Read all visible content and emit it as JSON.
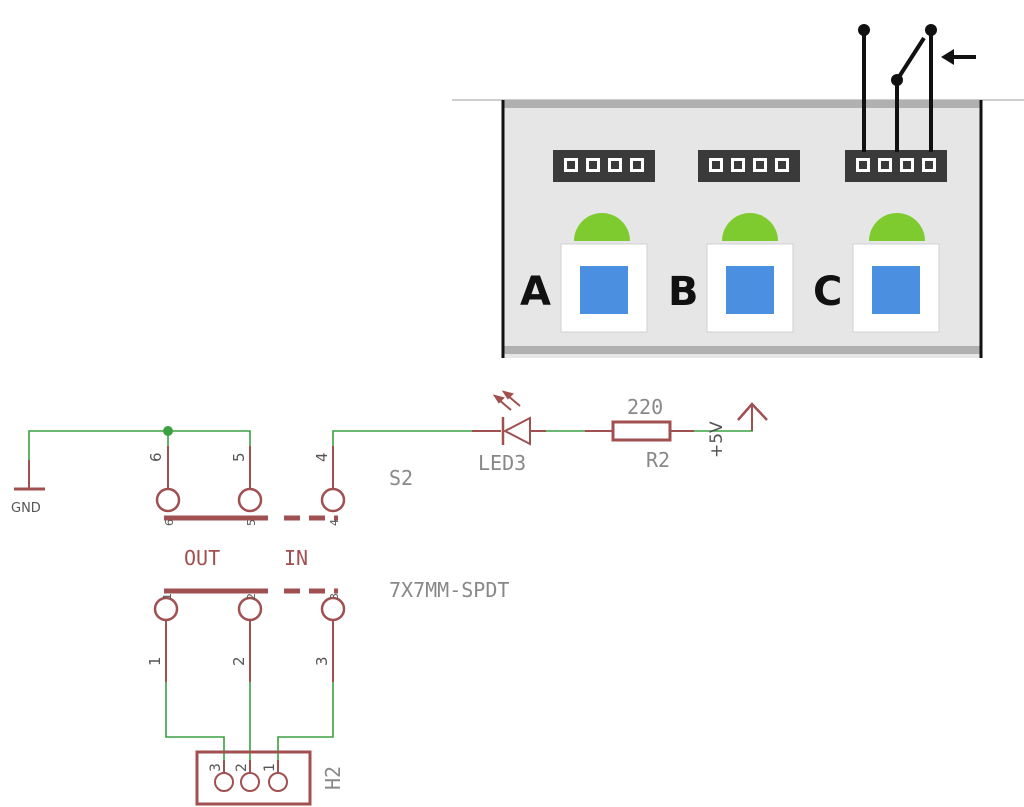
{
  "board": {
    "channels": [
      {
        "letter": "A"
      },
      {
        "letter": "B"
      },
      {
        "letter": "C"
      }
    ]
  },
  "schematic": {
    "gnd_label": "GND",
    "switch_pins_top": [
      "6",
      "5",
      "4"
    ],
    "switch_pins_bottom": [
      "1",
      "2",
      "3"
    ],
    "switch_pad_numbers_top": [
      "6",
      "5",
      "4"
    ],
    "switch_pad_numbers_bottom": [
      "1",
      "2",
      "3"
    ],
    "switch_name": "S2",
    "switch_part": "7X7MM-SPDT",
    "label_out": "OUT",
    "label_in": "IN",
    "led_name": "LED3",
    "resistor_value": "220",
    "resistor_name": "R2",
    "supply_label": "+5V",
    "header_name": "H2",
    "header_pins": [
      "3",
      "2",
      "1"
    ]
  },
  "colors": {
    "wire": "#3aa040",
    "component": "#a05050",
    "board_bg": "#e6e6e6",
    "board_edge": "#9a9a9a",
    "led_green": "#7ecb2f",
    "button_blue": "#4a8fe0",
    "header_dark": "#3a3a3a"
  }
}
